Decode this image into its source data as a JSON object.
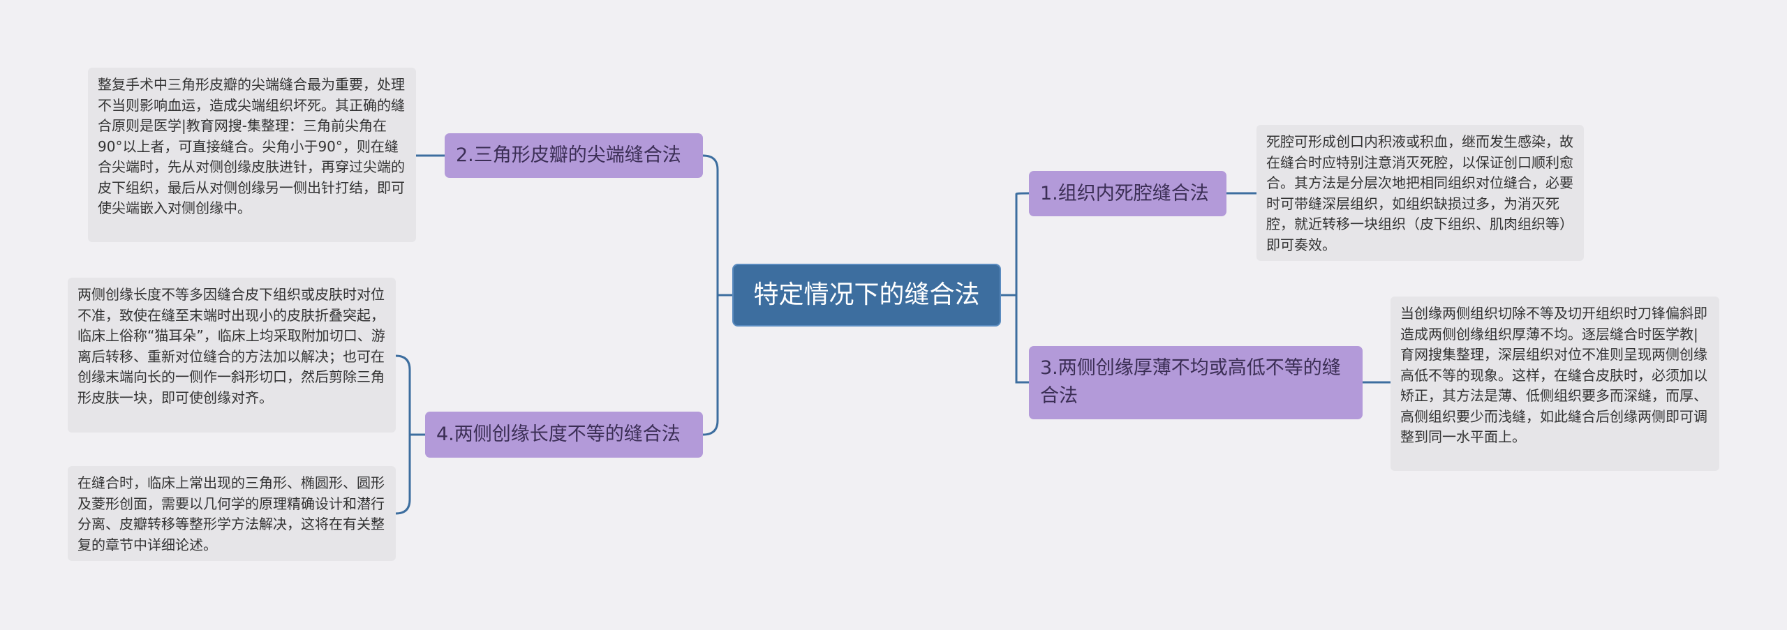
{
  "colors": {
    "background": "#f1f0f3",
    "root_fill": "#3d6e9f",
    "branch_fill": "#b39ad9",
    "note_fill": "#e6e5e8",
    "connector": "#3d6e9f"
  },
  "root": {
    "label": "特定情况下的缝合法"
  },
  "branches": [
    {
      "id": "b1",
      "label": "1.组织内死腔缝合法",
      "notes": [
        "死腔可形成创口内积液或积血，继而发生感染，故在缝合时应特别注意消灭死腔，以保证创口顺利愈合。其方法是分层次地把相同组织对位缝合，必要时可带缝深层组织，如组织缺损过多，为消灭死腔，就近转移一块组织（皮下组织、肌肉组织等）即可奏效。"
      ]
    },
    {
      "id": "b2",
      "label": "2.三角形皮瓣的尖端缝合法",
      "notes": [
        "整复手术中三角形皮瓣的尖端缝合最为重要，处理不当则影响血运，造成尖端组织坏死。其正确的缝合原则是医学|教育网搜-集整理：三角前尖角在90°以上者，可直接缝合。尖角小于90°，则在缝合尖端时，先从对侧创缘皮肤进针，再穿过尖端的皮下组织，最后从对侧创缘另一侧出针打结，即可使尖端嵌入对侧创缘中。"
      ]
    },
    {
      "id": "b3",
      "label": "3.两侧创缘厚薄不均或高低不等的缝合法",
      "notes": [
        "当创缘两侧组织切除不等及切开组织时刀锋偏斜即造成两侧创缘组织厚薄不均。逐层缝合时医学教|育网搜集整理，深层组织对位不准则呈现两侧创缘高低不等的现象。这样，在缝合皮肤时，必须加以矫正，其方法是薄、低侧组织要多而深缝，而厚、高侧组织要少而浅缝，如此缝合后创缘两侧即可调整到同一水平面上。"
      ]
    },
    {
      "id": "b4",
      "label": "4.两侧创缘长度不等的缝合法",
      "notes": [
        "两侧创缘长度不等多因缝合皮下组织或皮肤时对位不准，致使在缝至末端时出现小的皮肤折叠突起，临床上俗称“猫耳朵”，临床上均采取附加切口、游离后转移、重新对位缝合的方法加以解决；也可在创缘末端向长的一侧作一斜形切口，然后剪除三角形皮肤一块，即可使创缘对齐。",
        "在缝合时，临床上常出现的三角形、椭圆形、圆形及菱形创面，需要以几何学的原理精确设计和潜行分离、皮瓣转移等整形学方法解决，这将在有关整复的章节中详细论述。"
      ]
    }
  ]
}
